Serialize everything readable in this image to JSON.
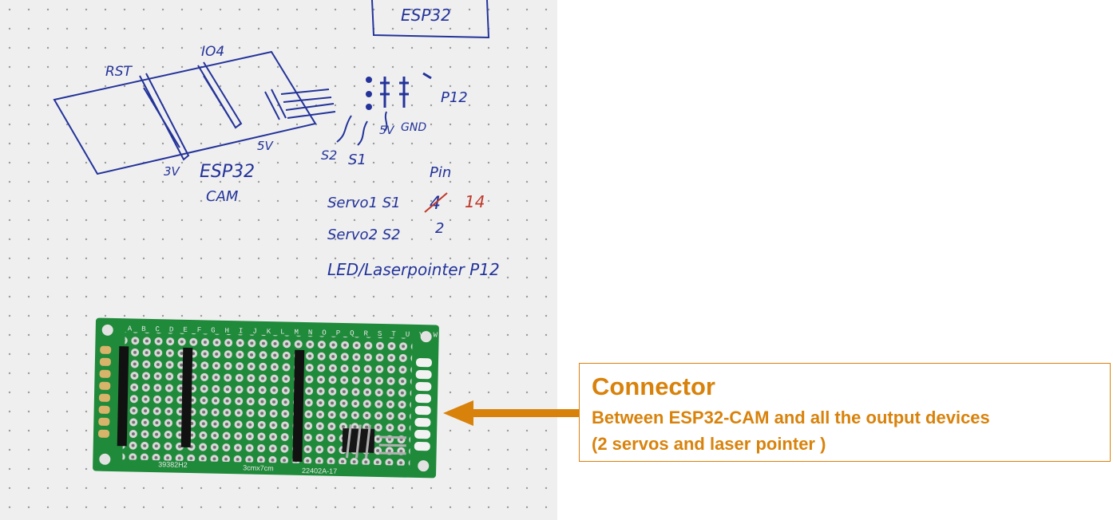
{
  "photo": {
    "notes": {
      "box_label": "ESP32",
      "rst": "RST",
      "io4": "IO4",
      "v5_board": "5V",
      "v3": "3V",
      "esp32_label": "ESP32",
      "cam_label": "CAM",
      "pin_p12": "P12",
      "five_v": "5V",
      "gnd": "GND",
      "s2": "S2",
      "s1": "S1",
      "pin_header": "Pin",
      "servo1": "Servo1 S1",
      "servo1_old": "4",
      "servo1_new": "14",
      "servo2": "Servo2 S2",
      "servo2_pin": "2",
      "led": "LED/Laserpointer P12"
    },
    "board": {
      "columns": "A B C D E F G H I J K L M N O P Q R S T U V W X",
      "silk_left": "39382H2",
      "silk_mid": "3cmx7cm",
      "silk_right": "22402A-17"
    }
  },
  "callout": {
    "title": "Connector",
    "line1": "Between ESP32-CAM and all the output devices",
    "line2": "(2 servos and laser pointer )"
  },
  "colors": {
    "accent": "#d9820b",
    "ink": "#23339a",
    "pcb": "#1f8a3a",
    "red_ink": "#c0392b"
  }
}
